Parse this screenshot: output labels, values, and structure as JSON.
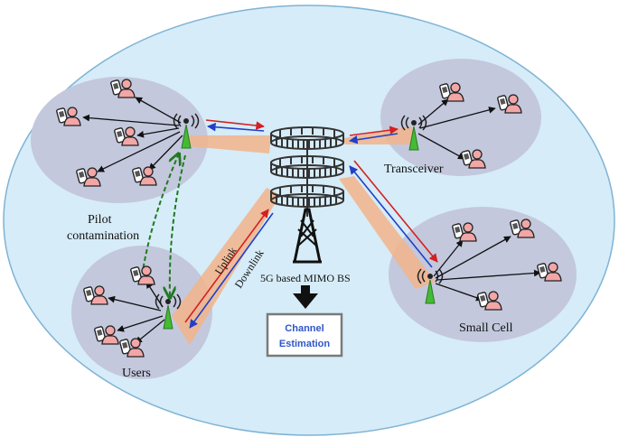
{
  "labels": {
    "pilot_line1": "Pilot",
    "pilot_line2": "contamination",
    "users": "Users",
    "transceiver": "Transceiver",
    "small_cell": "Small Cell",
    "bs": "5G based MIMO BS",
    "uplink": "Uplink",
    "downlink": "Downlink",
    "channel_line1": "Channel",
    "channel_line2": "Estimation"
  },
  "colors": {
    "outer_ellipse": "#d6ecf8",
    "outer_stroke": "#7fb3d5",
    "cell": "#c3c8dd",
    "beam": "#f2b48a",
    "uplink_arrow": "#d42020",
    "downlink_arrow": "#2040c8",
    "pilot_link": "#1f7a1f",
    "user_icon": "#f2a6a6",
    "tower": "#44bb33",
    "box_border": "#7a7a7a"
  },
  "icons": [
    "user-icon",
    "phone-icon",
    "antenna-icon",
    "mimo-bs-icon",
    "down-arrow-icon"
  ]
}
